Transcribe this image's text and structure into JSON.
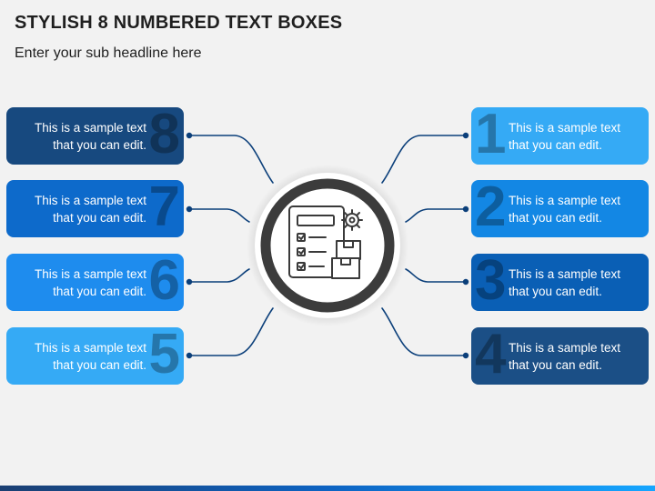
{
  "header": {
    "title": "STYLISH 8 NUMBERED TEXT BOXES",
    "subtitle": "Enter your sub headline here"
  },
  "items": [
    {
      "number": "1",
      "line1": "This is a sample text",
      "line2": "that you can edit.",
      "color": "#35aaf5"
    },
    {
      "number": "2",
      "line1": "This is a sample text",
      "line2": "that you can edit.",
      "color": "#1387e4"
    },
    {
      "number": "3",
      "line1": "This is a sample text",
      "line2": "that you can edit.",
      "color": "#0a5fb5"
    },
    {
      "number": "4",
      "line1": "This is a sample text",
      "line2": "that you can edit.",
      "color": "#1b4f86"
    },
    {
      "number": "5",
      "line1": "This is a sample text",
      "line2": "that you can edit.",
      "color": "#35aaf5"
    },
    {
      "number": "6",
      "line1": "This is a sample text",
      "line2": "that you can edit.",
      "color": "#1e8cee"
    },
    {
      "number": "7",
      "line1": "This is a sample text",
      "line2": "that you can edit.",
      "color": "#0d6acb"
    },
    {
      "number": "8",
      "line1": "This is a sample text",
      "line2": "that you can edit.",
      "color": "#17497f"
    }
  ],
  "hub": {
    "icon": "checklist-with-gear-and-boxes-icon",
    "ring_color": "#3c3c3c"
  },
  "colors": {
    "connector": "#0b3f7a",
    "background": "#f2f2f2"
  }
}
